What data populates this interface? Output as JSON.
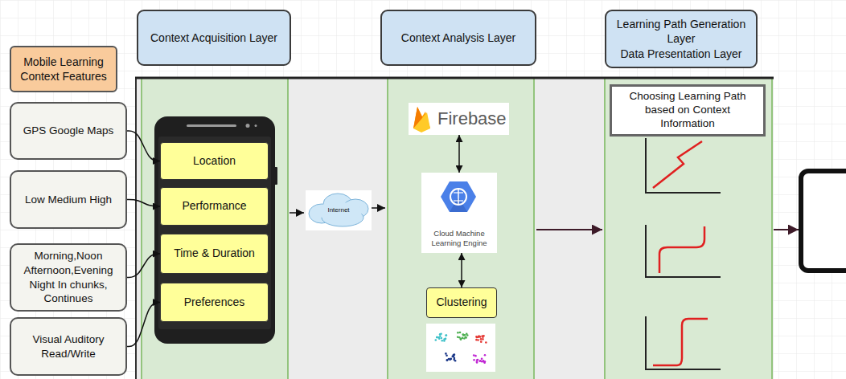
{
  "diagram": {
    "nodes": [
      {
        "text": [
          "Context Acquisition Layer"
        ]
      },
      {
        "text": [
          "Context Analysis Layer"
        ]
      },
      {
        "text": [
          "Learning Path Generation Layer",
          "Data Presentation Layer"
        ]
      },
      {
        "text": [
          "Mobile Learning Context Features"
        ]
      },
      {
        "text": [
          "GPS Google Maps"
        ]
      },
      {
        "text": [
          "Low Medium High"
        ]
      },
      {
        "text": [
          "Morning,Noon Afternoon,Evening Night In chunks, Continues"
        ]
      },
      {
        "text": [
          "Visual Auditory Read/Write"
        ]
      },
      {
        "text": [
          "Location"
        ]
      },
      {
        "text": [
          "Performance"
        ]
      },
      {
        "text": [
          "Time & Duration"
        ]
      },
      {
        "text": [
          "Preferences"
        ]
      },
      {
        "text": [
          "Internet"
        ]
      },
      {
        "text": [
          "Firebase"
        ]
      },
      {
        "text": [
          "Cloud Machine Learning Engine"
        ]
      },
      {
        "text": [
          "Clustering"
        ]
      },
      {
        "text": [
          "Choosing Learning Path based on Context Information"
        ]
      }
    ],
    "edges": [
      {
        "from": 4,
        "to": 8,
        "arrow": "to"
      },
      {
        "from": 5,
        "to": 9,
        "arrow": "to"
      },
      {
        "from": 6,
        "to": 10,
        "arrow": "to"
      },
      {
        "from": 7,
        "to": 11,
        "arrow": "to"
      },
      {
        "from": 13,
        "to": 14,
        "arrow": "both"
      },
      {
        "from": 14,
        "to": 15,
        "arrow": "both"
      }
    ]
  }
}
